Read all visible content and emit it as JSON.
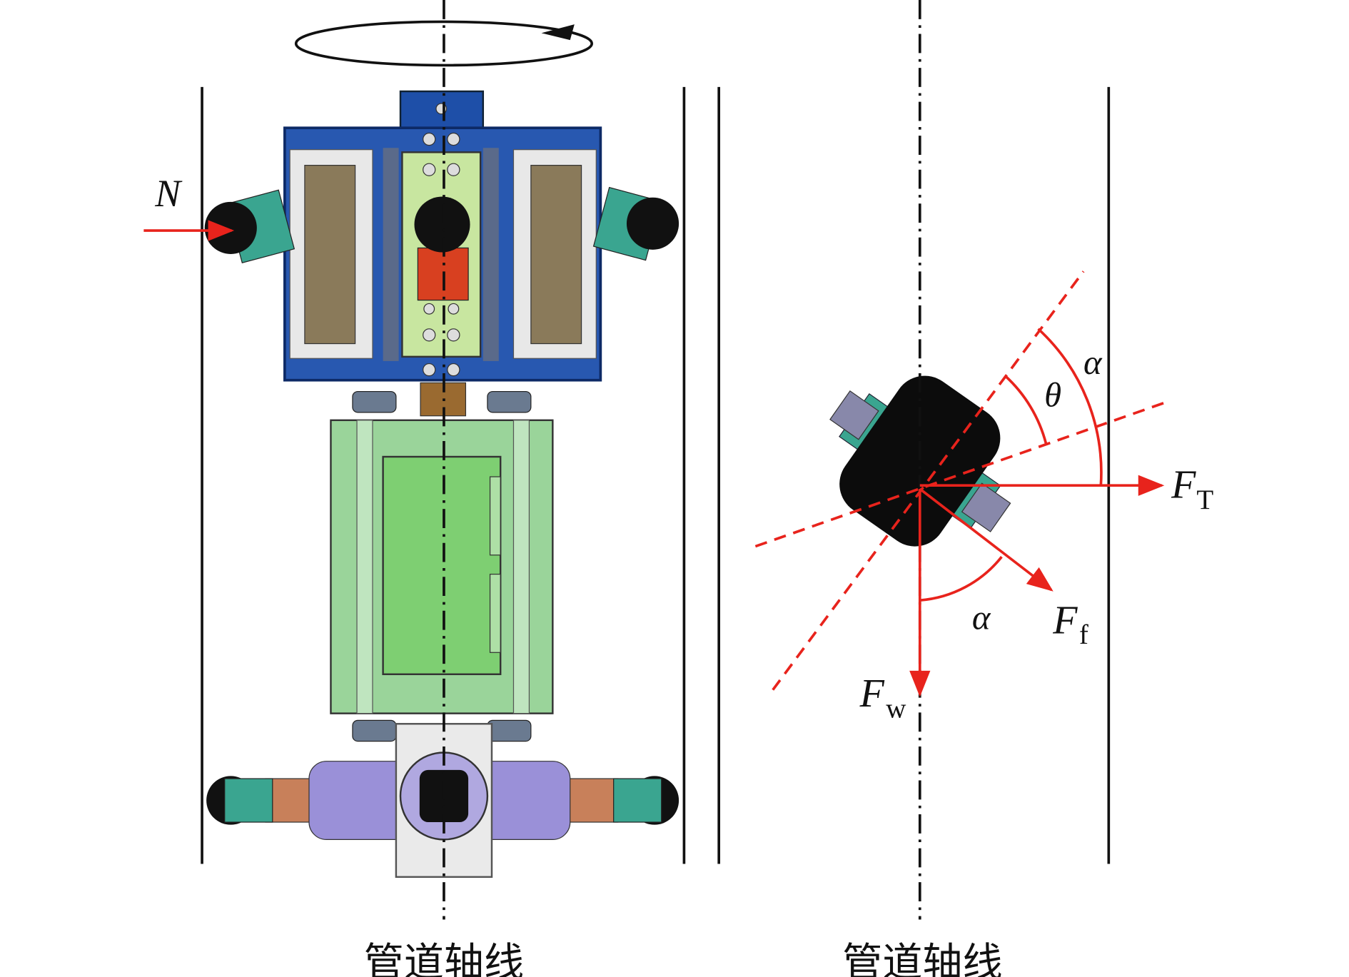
{
  "left_panel": {
    "axis_label": "管道轴线",
    "force_normal": "N"
  },
  "right_panel": {
    "axis_label": "管道轴线",
    "angle_alpha_top": "α",
    "angle_theta": "θ",
    "angle_alpha_bottom": "α",
    "force_traction": {
      "main": "F",
      "sub": "T"
    },
    "force_friction": {
      "main": "F",
      "sub": "f"
    },
    "force_weight": {
      "main": "F",
      "sub": "w"
    }
  },
  "colors": {
    "force": "#e8231c",
    "frame_blue": "#1e4fa8",
    "body_green": "#8fd18f",
    "wheel": "#111111"
  }
}
